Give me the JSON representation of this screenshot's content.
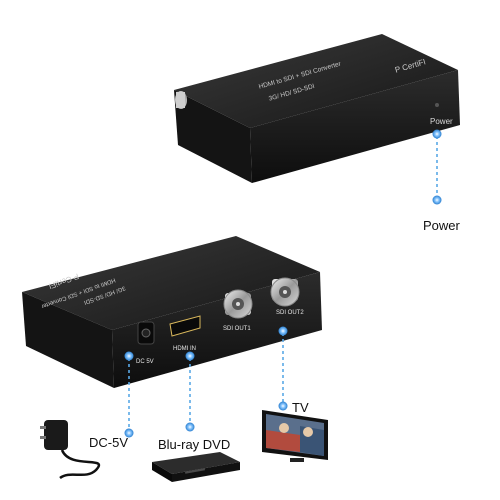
{
  "labels": {
    "power_top": "Power",
    "power": "Power",
    "tv": "TV",
    "dc": "DC-5V",
    "bluray": "Blu-ray DVD"
  },
  "ports": {
    "dc": "DC 5V",
    "hdmi": "HDMI IN",
    "sdi1": "SDI OUT1",
    "sdi2": "SDI OUT2"
  },
  "case_text": {
    "line1": "HDMI to SDI + SDI Converter",
    "line2": "3G/ HD/ SD-SDI",
    "brand": "P CertiFI"
  },
  "colors": {
    "device_body": "#1c1c1c",
    "device_top": "#2a2a2a",
    "callout_line": "#5aa9e6",
    "callout_dot": "#3b8fd6"
  },
  "icons": [
    "power-led-icon",
    "dc-adapter-icon",
    "bluray-player-icon",
    "tv-icon",
    "bnc-connector-icon",
    "hdmi-port-icon"
  ]
}
